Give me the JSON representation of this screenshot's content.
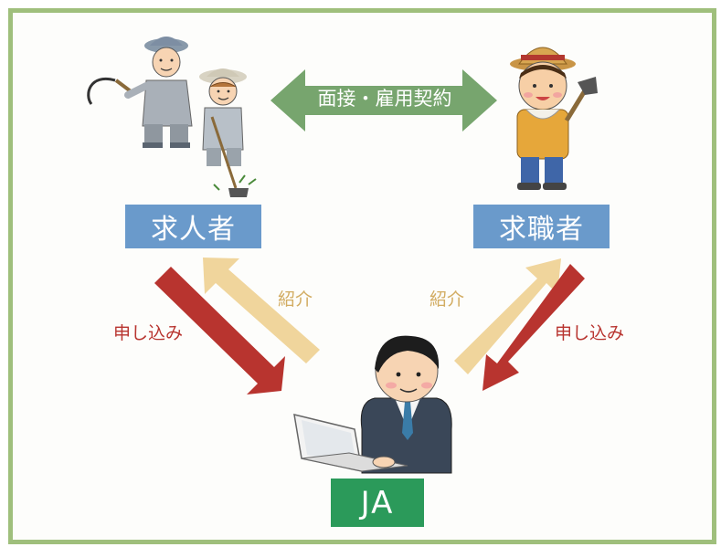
{
  "nodes": {
    "employer": {
      "label": "求人者"
    },
    "jobseeker": {
      "label": "求職者"
    },
    "ja": {
      "label": "JA"
    }
  },
  "edges": {
    "mutual": {
      "label": "面接・雇用契約"
    },
    "intro_left": {
      "label": "紹介"
    },
    "intro_right": {
      "label": "紹介"
    },
    "apply_left": {
      "label": "申し込み"
    },
    "apply_right": {
      "label": "申し込み"
    }
  },
  "colors": {
    "frame": "#9fbf7c",
    "node_box": "#6a9acb",
    "ja_box": "#2b9a5a",
    "mutual_arrow": "#77a56e",
    "intro_arrow": "#f0d59c",
    "apply_arrow": "#b8342f"
  },
  "icons": [
    "farmer-couple-icon",
    "young-farmer-icon",
    "office-worker-laptop-icon"
  ]
}
